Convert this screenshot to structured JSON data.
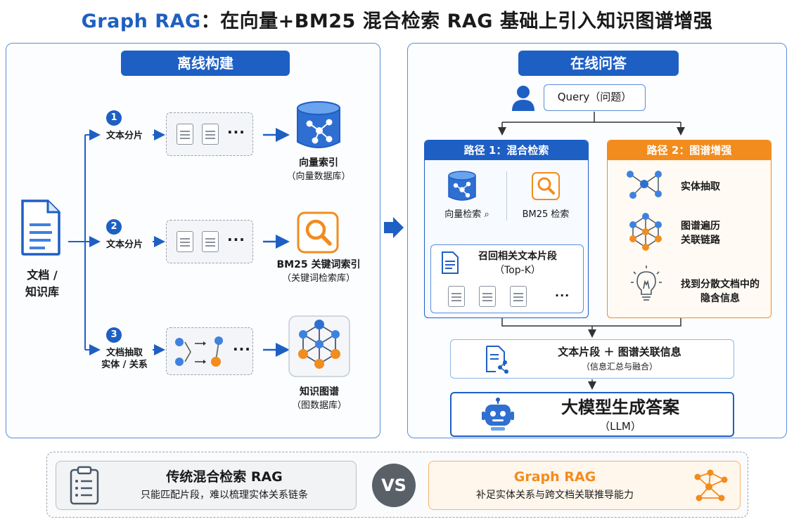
{
  "title": {
    "highlight": "Graph RAG",
    "rest": "：在向量+BM25 混合检索 RAG 基础上引入知识图谱增强"
  },
  "offline": {
    "header": "离线构建",
    "source": {
      "line1": "文档 /",
      "line2": "知识库"
    },
    "steps": [
      {
        "num": "1",
        "label": "文本分片",
        "dots": "···",
        "caption": "向量索引",
        "sub": "（向量数据库）"
      },
      {
        "num": "2",
        "label": "文本分片",
        "dots": "···",
        "caption": "BM25 关键词索引",
        "sub": "（关键词检索库）"
      },
      {
        "num": "3",
        "label1": "文档抽取",
        "label2": "实体 / 关系",
        "dots": "···",
        "caption": "知识图谱",
        "sub": "（图数据库）"
      }
    ]
  },
  "online": {
    "header": "在线问答",
    "query": "Query（问题）",
    "route1": {
      "header": "路径 1：混合检索",
      "vector": "向量检索",
      "bm25": "BM25 检索",
      "recall": "召回相关文本片段",
      "topk": "（Top-K）",
      "dots": "···"
    },
    "route2": {
      "header": "路径 2：图谱增强",
      "s1": "实体抽取",
      "s2a": "图谱遍历",
      "s2b": "关联链路",
      "s3a": "找到分散文档中的",
      "s3b": "隐含信息"
    },
    "merge": {
      "main": "文本片段 ＋ 图谱关联信息",
      "sub": "（信息汇总与融合）"
    },
    "llm": {
      "main": "大模型生成答案",
      "sub": "（LLM）"
    }
  },
  "compare": {
    "left": {
      "title": "传统混合检索 RAG",
      "desc": "只能匹配片段，难以梳理实体关系链条"
    },
    "vs": "VS",
    "right": {
      "title": "Graph RAG",
      "desc": "补足实体关系与跨文档关联推导能力"
    }
  },
  "colors": {
    "blue": "#1e5fc4",
    "orange": "#f28c1e",
    "gray": "#8a939e"
  }
}
